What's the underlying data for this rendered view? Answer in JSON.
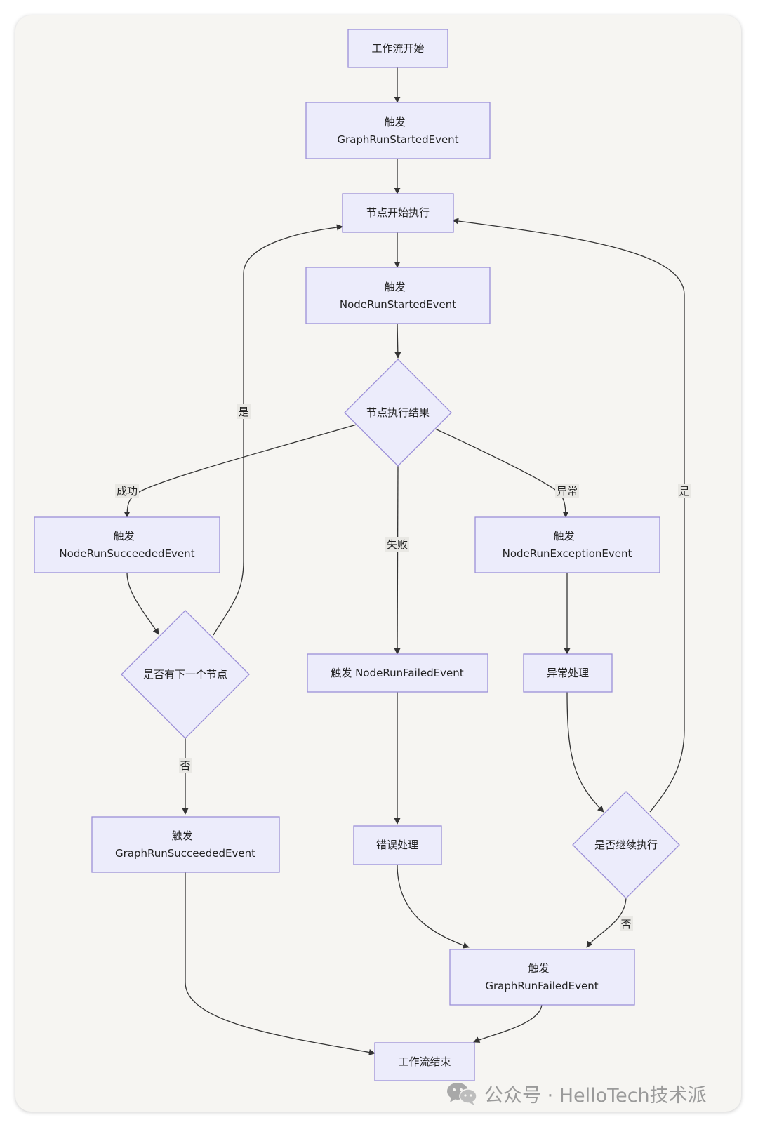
{
  "nodes": {
    "start": [
      "工作流开始"
    ],
    "graph_started": [
      "触发",
      "GraphRunStartedEvent"
    ],
    "node_start": [
      "节点开始执行"
    ],
    "node_started_event": [
      "触发",
      "NodeRunStartedEvent"
    ],
    "node_result": [
      "节点执行结果"
    ],
    "succeeded_event": [
      "触发",
      "NodeRunSucceededEvent"
    ],
    "exception_event": [
      "触发",
      "NodeRunExceptionEvent"
    ],
    "has_next": [
      "是否有下一个节点"
    ],
    "failed_event": [
      "触发 NodeRunFailedEvent"
    ],
    "exception_handle": [
      "异常处理"
    ],
    "graph_succeeded": [
      "触发",
      "GraphRunSucceededEvent"
    ],
    "error_handle": [
      "错误处理"
    ],
    "continue_exec": [
      "是否继续执行"
    ],
    "graph_failed": [
      "触发",
      "GraphRunFailedEvent"
    ],
    "end": [
      "工作流结束"
    ]
  },
  "edge_labels": {
    "success": "成功",
    "failure": "失败",
    "exception": "异常",
    "yes_left": "是",
    "yes_right": "是",
    "no_left": "否",
    "no_right": "否"
  },
  "watermark": {
    "icon": "wechat-icon",
    "text": "公众号 · HelloTech技术派"
  }
}
